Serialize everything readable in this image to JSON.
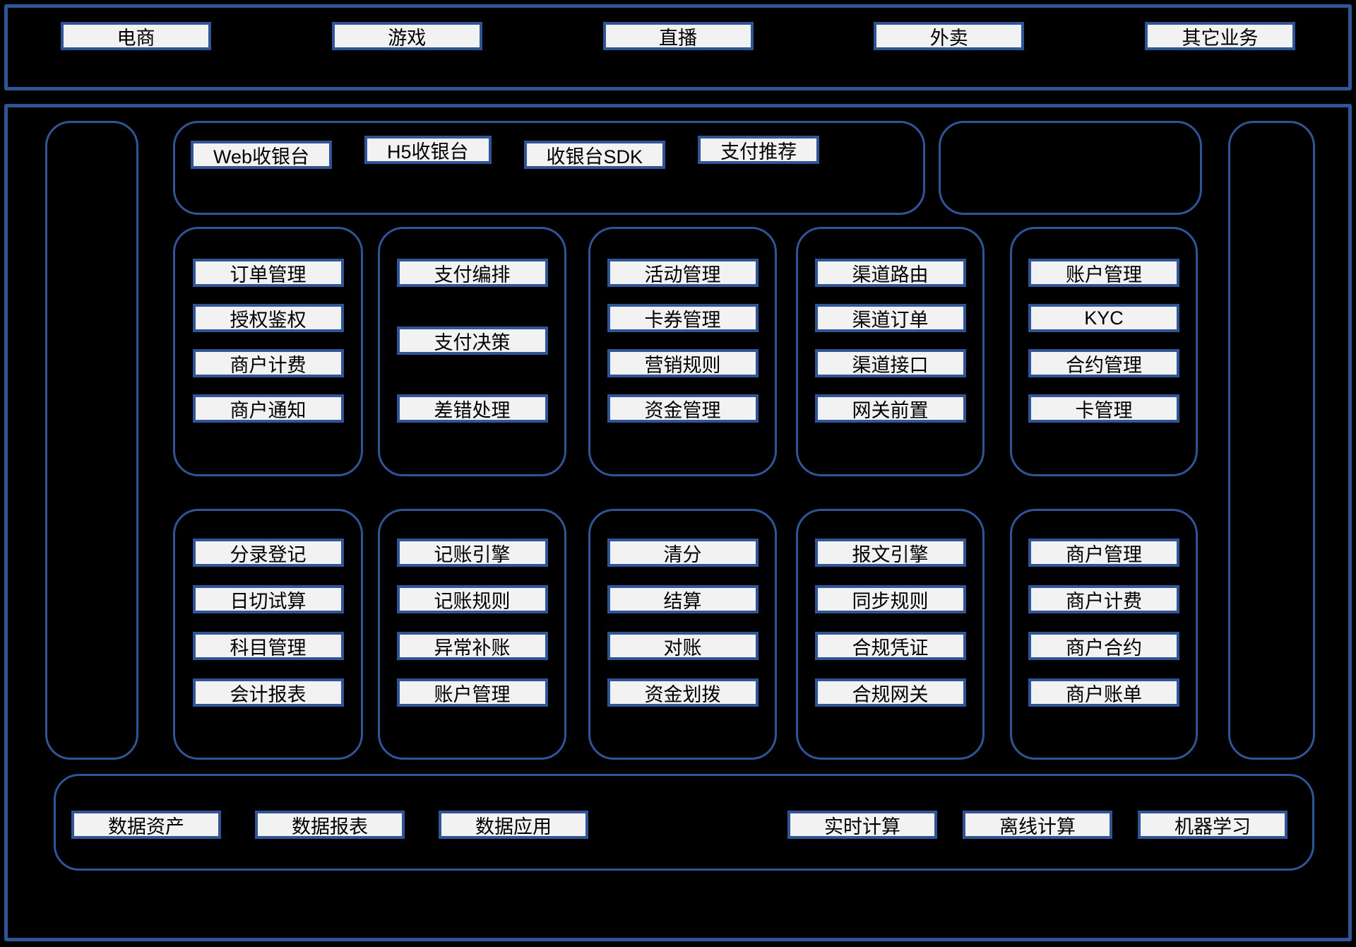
{
  "colors": {
    "background": "#000000",
    "border": "#2f5597",
    "box_fill": "#f2f2f2",
    "box_text": "#000000"
  },
  "business_bar": {
    "items": [
      "电商",
      "游戏",
      "直播",
      "外卖",
      "其它业务"
    ]
  },
  "access_layer": {
    "items": [
      "Web收银台",
      "H5收银台",
      "收银台SDK",
      "支付推荐"
    ]
  },
  "row1_groups": [
    {
      "id": "order",
      "items": [
        "订单管理",
        "授权鉴权",
        "商户计费",
        "商户通知"
      ]
    },
    {
      "id": "payment",
      "items": [
        "支付编排",
        "支付决策",
        "差错处理"
      ]
    },
    {
      "id": "marketing",
      "items": [
        "活动管理",
        "卡券管理",
        "营销规则",
        "资金管理"
      ]
    },
    {
      "id": "channel",
      "items": [
        "渠道路由",
        "渠道订单",
        "渠道接口",
        "网关前置"
      ]
    },
    {
      "id": "account",
      "items": [
        "账户管理",
        "KYC",
        "合约管理",
        "卡管理"
      ]
    }
  ],
  "row2_groups": [
    {
      "id": "ledger",
      "items": [
        "分录登记",
        "日切试算",
        "科目管理",
        "会计报表"
      ]
    },
    {
      "id": "bookkeeping",
      "items": [
        "记账引擎",
        "记账规则",
        "异常补账",
        "账户管理"
      ]
    },
    {
      "id": "clearing",
      "items": [
        "清分",
        "结算",
        "对账",
        "资金划拨"
      ]
    },
    {
      "id": "compliance",
      "items": [
        "报文引擎",
        "同步规则",
        "合规凭证",
        "合规网关"
      ]
    },
    {
      "id": "merchant",
      "items": [
        "商户管理",
        "商户计费",
        "商户合约",
        "商户账单"
      ]
    }
  ],
  "data_platform": {
    "left_items": [
      "数据资产",
      "数据报表",
      "数据应用"
    ],
    "right_items": [
      "实时计算",
      "离线计算",
      "机器学习"
    ]
  }
}
